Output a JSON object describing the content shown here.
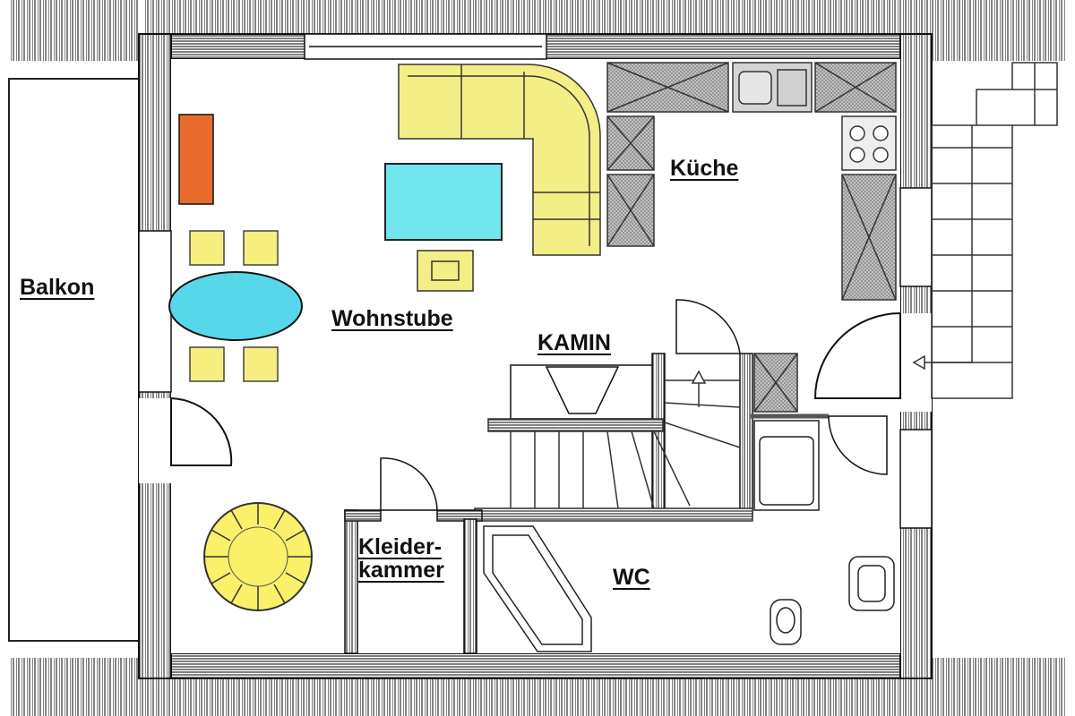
{
  "rooms": {
    "balcony": "Balkon",
    "kitchen": "Küche",
    "living": "Wohnstube",
    "fireplace": "KAMIN",
    "wardrobe_line1": "Kleider-",
    "wardrobe_line2": "kammer",
    "toilet": "WC"
  },
  "colors": {
    "wall_hatch": "#3a3a3a",
    "sofa": "#f4ee86",
    "table_blue": "#6fe6ee",
    "dining_table": "#57d8ea",
    "chair": "#f7ee80",
    "cabinet_orange": "#e86b2d",
    "round_table": "#faf06a",
    "kitchen_unit": "#c8c8c8"
  }
}
